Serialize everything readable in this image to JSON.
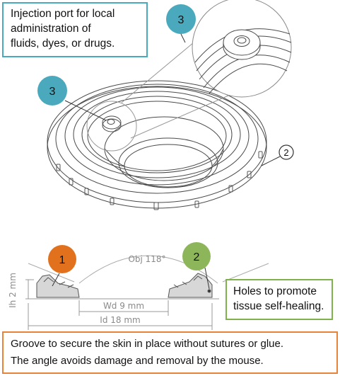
{
  "callouts": {
    "injection": [
      "Injection port for local",
      "administration of",
      "fluids, dyes, or drugs."
    ],
    "holes": [
      "Holes to promote",
      "tissue self-healing."
    ],
    "groove": [
      "Groove to secure the skin in place without sutures or glue.",
      "The angle avoids damage and removal by the mouse."
    ]
  },
  "markers": {
    "top_port": "3",
    "port_zoom": "3",
    "hole": "2",
    "section_groove": "1",
    "section_hole": "2"
  },
  "dimensions": {
    "objective_angle": "Obj 118°",
    "height": "Ih 2 mm",
    "window_width": "Wd 9 mm",
    "implant_diameter": "Id 18 mm"
  },
  "colors": {
    "port_marker": "#4aa9bd",
    "groove_marker": "#e2711d",
    "hole_marker": "#8db65a",
    "groove_box": "#e8843a",
    "holes_box": "#7fb24a",
    "injection_box": "#4aa9bd"
  }
}
